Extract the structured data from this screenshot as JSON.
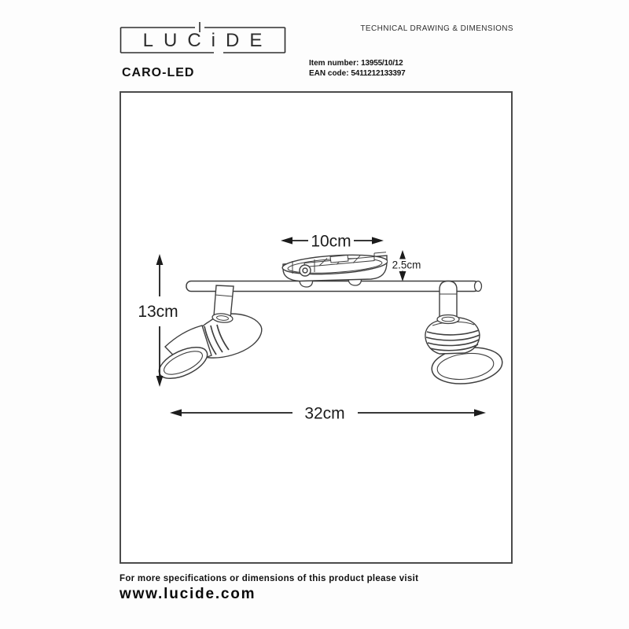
{
  "header": {
    "logo_text": "LUCiDE",
    "doc_title": "TECHNICAL DRAWING & DIMENSIONS",
    "product_name": "CARO-LED",
    "item_number_label": "Item number:",
    "item_number": "13955/10/12",
    "ean_label": "EAN code:",
    "ean_code": "5411212133397"
  },
  "drawing": {
    "subject": "2-head LED ceiling spotlight, technical line drawing",
    "dimensions": {
      "canopy_width": "10cm",
      "canopy_height": "2.5cm",
      "fixture_height": "13cm",
      "fixture_width": "32cm"
    }
  },
  "footer": {
    "note": "For more specifications or dimensions of this product please visit",
    "website": "www.lucide.com"
  },
  "colors": {
    "line": "#3f3f3f",
    "dimension": "#1c1c1c",
    "background": "#ffffff",
    "frame_border": "#4b4b4b"
  }
}
